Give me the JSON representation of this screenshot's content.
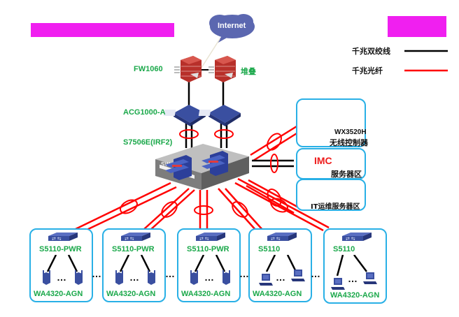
{
  "title_redacted": true,
  "legend": {
    "items": [
      {
        "label": "千兆双绞线",
        "color": "#000000"
      },
      {
        "label": "千兆光纤",
        "color": "#ff0000"
      }
    ]
  },
  "internet": {
    "label": "Internet"
  },
  "firewall": {
    "label": "FW1060",
    "stack_label": "堆叠"
  },
  "acg": {
    "label": "ACG1000-A"
  },
  "core": {
    "label": "S7506E(IRF2)"
  },
  "right_zones": [
    {
      "label_top": "WX3520H",
      "label_bottom": "无线控制器"
    },
    {
      "label_accent": "IMC",
      "label_bottom": "服务器区"
    },
    {
      "label_bottom": "IT运维服务器区"
    }
  ],
  "access_groups": [
    {
      "switch": "S5110-PWR",
      "ap": "WA4320-AGN",
      "device_type": "ap"
    },
    {
      "switch": "S5110-PWR",
      "ap": "WA4320-AGN",
      "device_type": "ap"
    },
    {
      "switch": "S5110-PWR",
      "ap": "WA4320-AGN",
      "device_type": "ap"
    },
    {
      "switch": "S5110",
      "ap": "WA4320-AGN",
      "device_type": "pc"
    },
    {
      "switch": "S5110",
      "ap": "WA4320-AGN",
      "device_type": "pc"
    }
  ],
  "ellipsis": "…",
  "colors": {
    "green_label": "#1aa84a",
    "fiber": "#ff0000",
    "copper": "#000000",
    "zone_border": "#29b0e6",
    "redaction": "#f01ff0",
    "device_blue": "#3a4fa0",
    "firewall_red": "#c0342b",
    "cloud": "#5b67b0"
  }
}
